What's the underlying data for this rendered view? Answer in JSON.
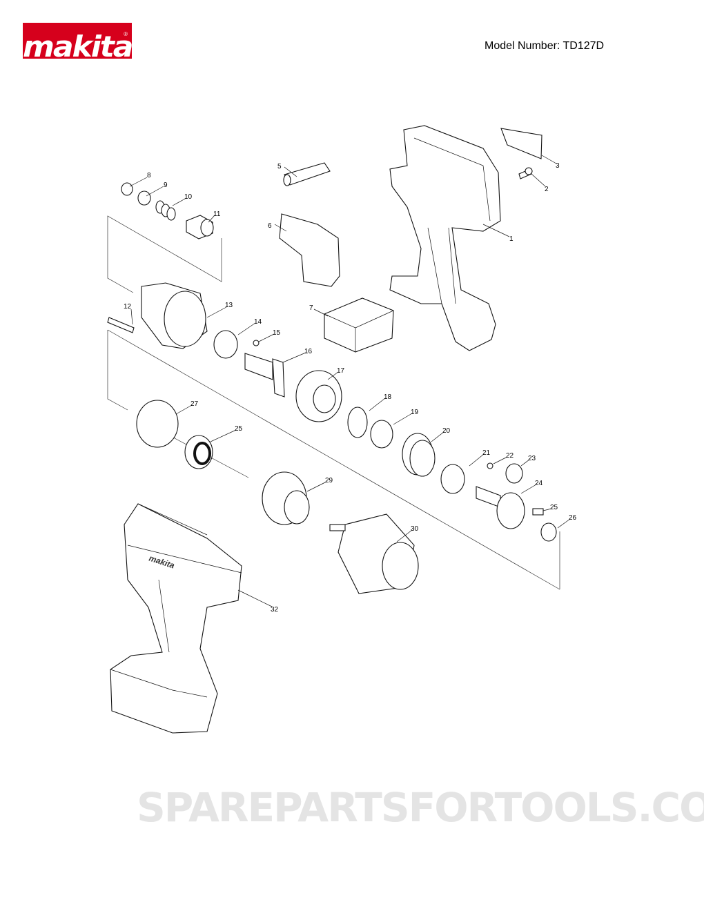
{
  "header": {
    "brand": "makita",
    "model_label": "Model Number: TD127D"
  },
  "watermark": "SPAREPARTSFORTOOLS.COM.AU",
  "part_labels": [
    "1",
    "2",
    "3",
    "5",
    "6",
    "7",
    "8",
    "9",
    "10",
    "11",
    "12",
    "13",
    "14",
    "15",
    "16",
    "17",
    "18",
    "19",
    "20",
    "21",
    "22",
    "23",
    "24",
    "25",
    "25",
    "26",
    "27",
    "29",
    "30",
    "32"
  ],
  "colors": {
    "brand_red": "#d6001c"
  }
}
